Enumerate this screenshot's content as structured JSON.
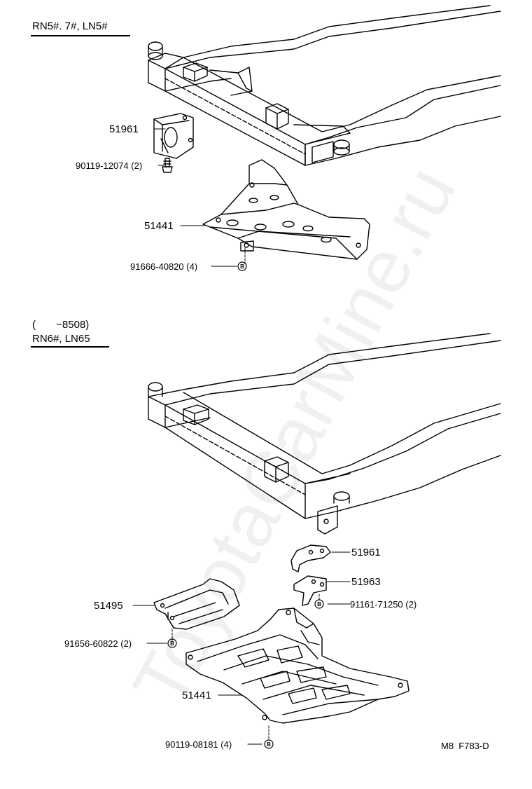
{
  "section_top": {
    "header": "RN5#. 7#, LN5#",
    "parts": [
      {
        "number": "51961"
      },
      {
        "number": "90119-12074 (2)"
      },
      {
        "number": "51441"
      },
      {
        "number": "91666-40820 (4)"
      }
    ]
  },
  "section_bottom": {
    "header_line1": "(       −8508)",
    "header_line2": "RN6#, LN65",
    "parts": [
      {
        "number": "51961"
      },
      {
        "number": "51963"
      },
      {
        "number": "91161-71250 (2)"
      },
      {
        "number": "51495"
      },
      {
        "number": "91656-60822 (2)"
      },
      {
        "number": "51441"
      },
      {
        "number": "90119-08181 (4)"
      }
    ]
  },
  "bolt_marker": "B",
  "figure_code": "M8  F783-D",
  "watermark": "ToyotaCarMine.ru"
}
